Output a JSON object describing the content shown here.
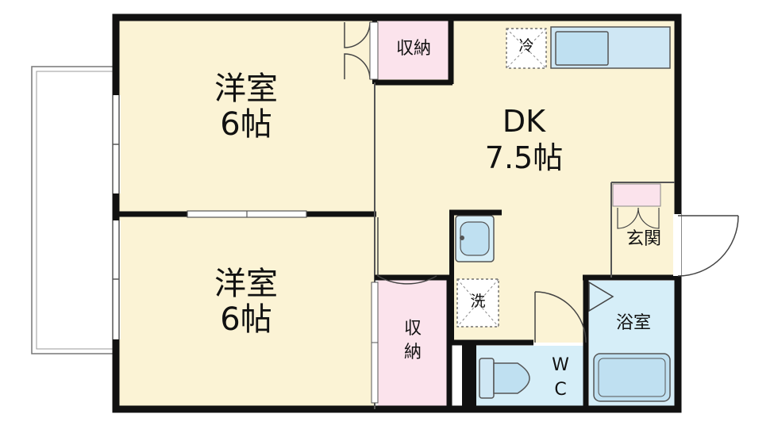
{
  "floor_plan": {
    "rooms": {
      "western_room_upper": {
        "name": "洋室",
        "size": "6帖"
      },
      "western_room_lower": {
        "name": "洋室",
        "size": "6帖"
      },
      "dining_kitchen": {
        "name": "DK",
        "size": "7.5帖"
      },
      "storage_upper": {
        "name": "収納"
      },
      "storage_lower": {
        "line1": "収",
        "line2": "納"
      },
      "entrance": {
        "name": "玄関"
      },
      "bathroom": {
        "name": "浴室"
      },
      "toilet": {
        "line1": "W",
        "line2": "C"
      }
    },
    "fixtures": {
      "refrigerator": "冷",
      "washer": "洗"
    },
    "colors": {
      "room_floor": "#fbf3d5",
      "storage": "#fbe3ec",
      "wet_area": "#d6eef8",
      "fixture_fill": "#cfe7f4",
      "wall": "#111111"
    }
  }
}
